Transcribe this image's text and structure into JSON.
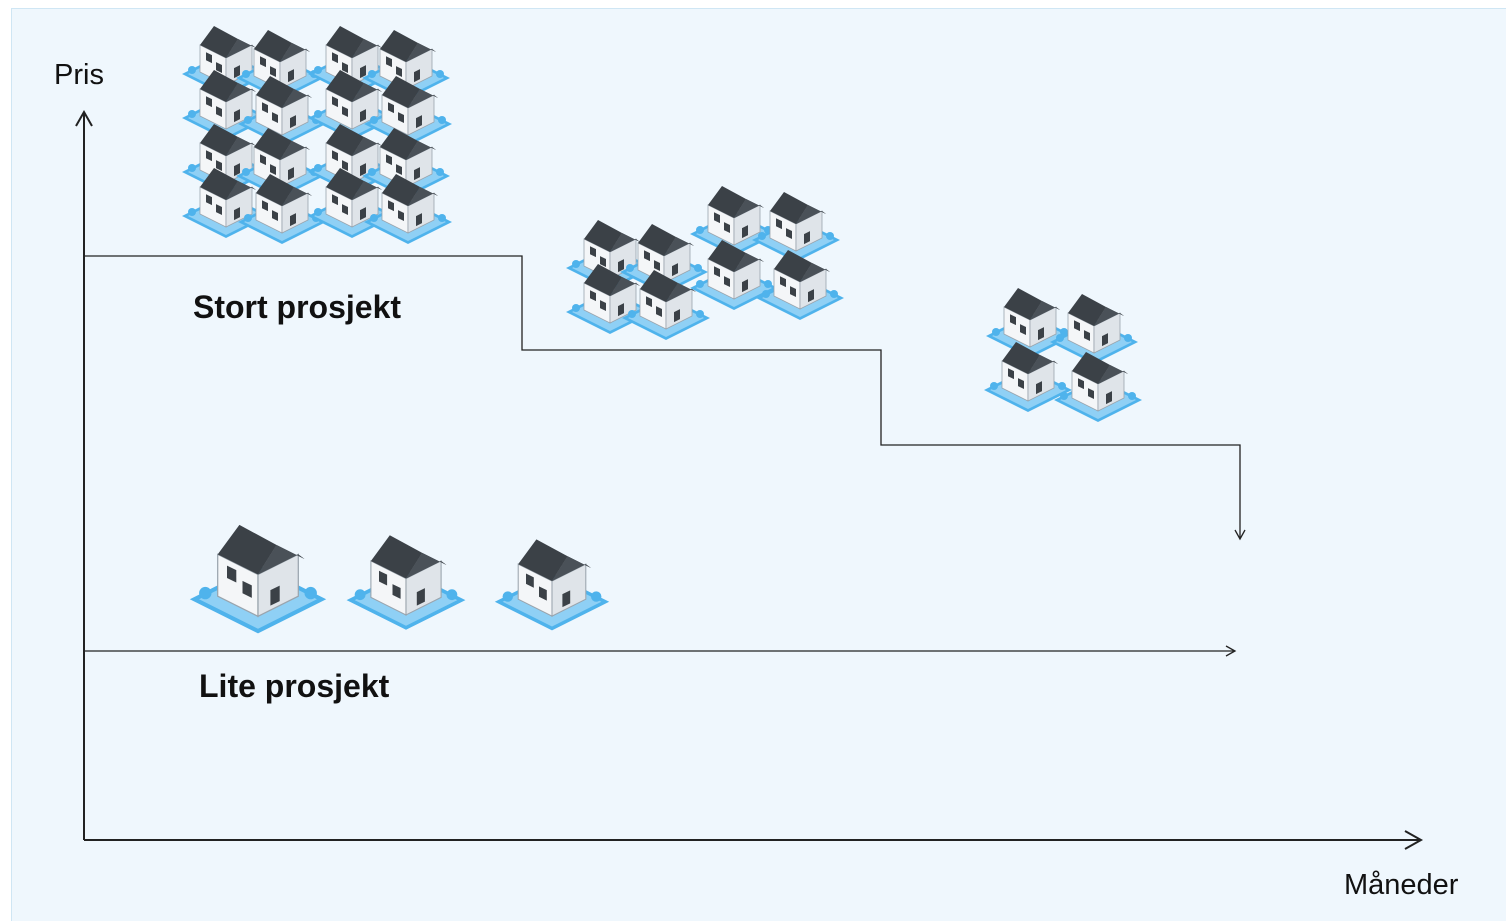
{
  "axes": {
    "y_label": "Pris",
    "x_label": "Måneder"
  },
  "labels": {
    "large_project": "Stort prosjekt",
    "small_project": "Lite prosjekt"
  },
  "colors": {
    "background": "#eff7fd",
    "line": "#222222",
    "roof": "#3b4147",
    "wall": "#ffffff",
    "water": "#4fb3ec"
  },
  "house_groups": [
    {
      "name": "large-stage-1",
      "count": 16
    },
    {
      "name": "large-stage-2",
      "count": 8
    },
    {
      "name": "large-stage-3",
      "count": 4
    },
    {
      "name": "small-project",
      "count": 3
    }
  ]
}
